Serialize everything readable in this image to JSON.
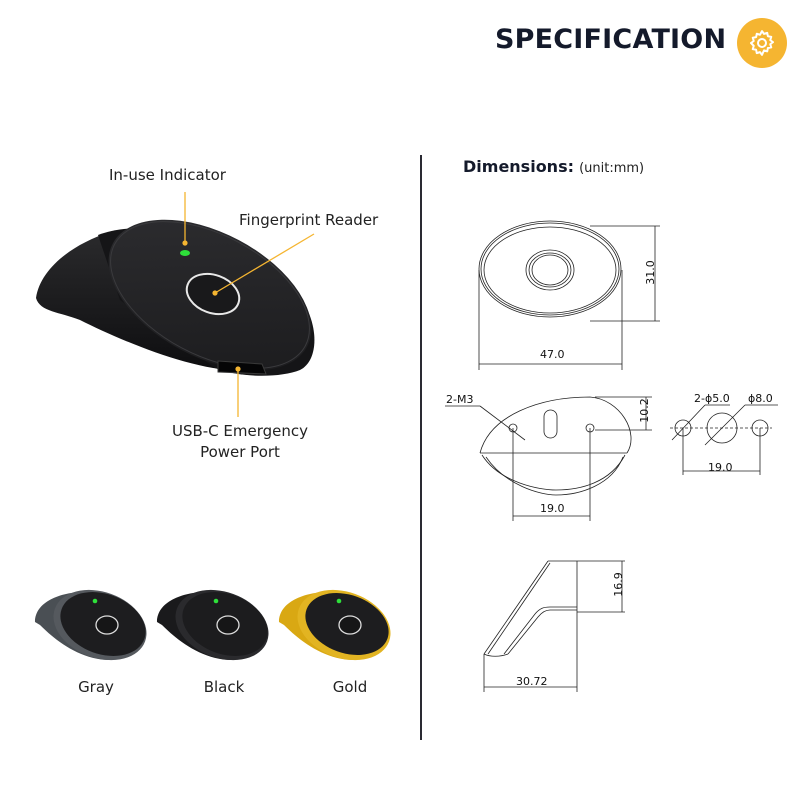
{
  "header": {
    "title": "SPECIFICATION",
    "icon": "gear-icon",
    "accent_color": "#f5b531"
  },
  "product_callouts": {
    "in_use_indicator": "In-use Indicator",
    "fingerprint_reader": "Fingerprint Reader",
    "usb_port_line1": "USB-C Emergency",
    "usb_port_line2": "Power Port",
    "callout_color": "#f5b531",
    "indicator_color": "#2ee03a"
  },
  "color_variants": [
    {
      "label": "Gray",
      "color": "#4a4f54"
    },
    {
      "label": "Black",
      "color": "#1c1c1e"
    },
    {
      "label": "Gold",
      "color": "#d9a813"
    }
  ],
  "dimensions": {
    "title": "Dimensions:",
    "unit": "(unit:mm)",
    "top_view": {
      "width": "47.0",
      "height": "31.0"
    },
    "back_view": {
      "screw_label": "2-M3",
      "hole_spacing": "19.0",
      "height": "10.2"
    },
    "hole_pattern": {
      "small_holes": "2-ϕ5.0",
      "center_hole": "ϕ8.0",
      "spacing": "19.0"
    },
    "side_view": {
      "height": "16.9",
      "depth": "30.72"
    }
  }
}
